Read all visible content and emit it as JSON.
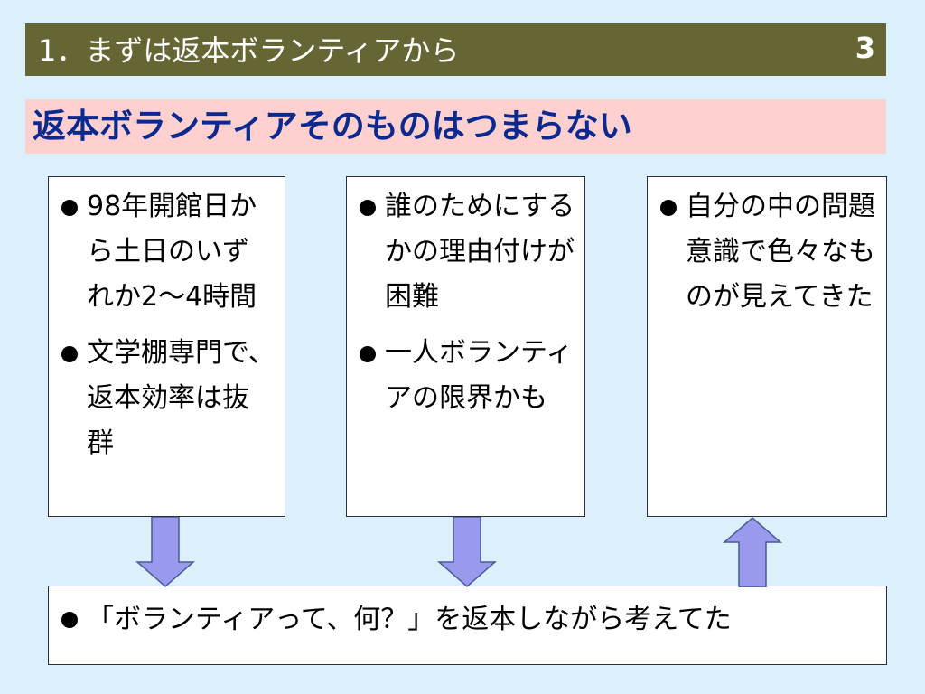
{
  "header": {
    "title": "1．まずは返本ボランティアから",
    "slide_number": "3",
    "background": "#666635"
  },
  "subtitle": {
    "text": "返本ボランティアそのものはつまらない",
    "background": "#ffd0d0",
    "color": "#0b2a8f"
  },
  "boxes": [
    {
      "items": [
        "98年開館日から土日のいずれか2～4時間",
        "文学棚専門で、返本効率は抜群"
      ]
    },
    {
      "items": [
        "誰のためにするかの理由付けが困難",
        "一人ボランティアの限界かも"
      ]
    },
    {
      "items": [
        "自分の中の問題意識で色々なものが見えてきた"
      ]
    }
  ],
  "bottom_box": {
    "items": [
      "「ボランティアって、何？」を返本しながら考えてた"
    ]
  },
  "arrows": [
    {
      "from": "box-1",
      "to": "bottom-box",
      "direction": "down"
    },
    {
      "from": "box-2",
      "to": "bottom-box",
      "direction": "down"
    },
    {
      "from": "bottom-box",
      "to": "box-3",
      "direction": "up"
    }
  ],
  "colors": {
    "background": "#dcf0fb",
    "arrow_fill": "#9999ee",
    "arrow_stroke": "#4a5a9a"
  }
}
